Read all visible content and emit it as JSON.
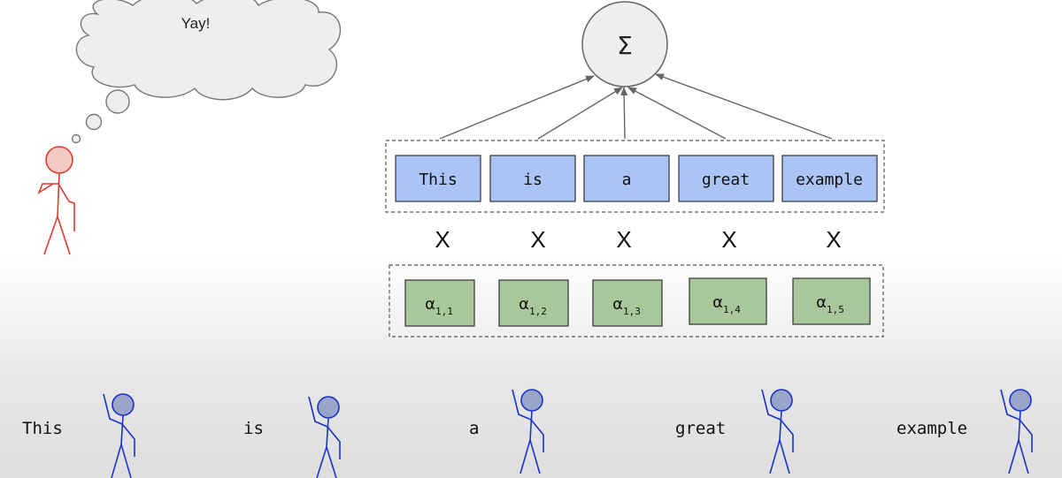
{
  "thought_bubble": {
    "text": "Yay!"
  },
  "sum_node": {
    "symbol": "Σ"
  },
  "words": [
    {
      "label": "This"
    },
    {
      "label": "is"
    },
    {
      "label": "a"
    },
    {
      "label": "great"
    },
    {
      "label": "example"
    }
  ],
  "multiply_symbol": "X",
  "weights": [
    {
      "base": "α",
      "sub": "1,1"
    },
    {
      "base": "α",
      "sub": "1,2"
    },
    {
      "base": "α",
      "sub": "1,3"
    },
    {
      "base": "α",
      "sub": "1,4"
    },
    {
      "base": "α",
      "sub": "1,5"
    }
  ],
  "bottom_words": [
    {
      "label": "This"
    },
    {
      "label": "is"
    },
    {
      "label": "a"
    },
    {
      "label": "great"
    },
    {
      "label": "example"
    }
  ],
  "colors": {
    "word_box_fill": "#a9c4f5",
    "weight_box_fill": "#a8c79b",
    "thinker_stroke": "#e03a2f",
    "thinker_head_fill": "#f5c9c4",
    "listener_stroke": "#1a33c8",
    "listener_head_fill": "#9aa6c9",
    "arrow": "#666666",
    "bubble_fill": "#eeeeee",
    "bubble_stroke": "#777777"
  }
}
